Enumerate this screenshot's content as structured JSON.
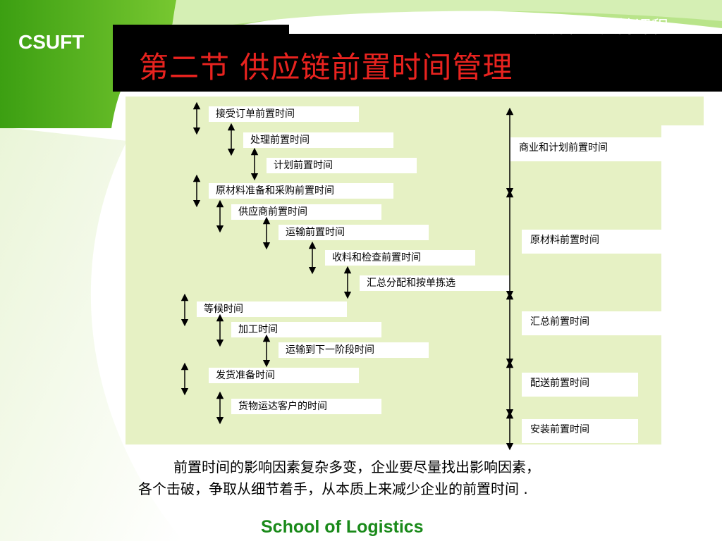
{
  "header": {
    "brand": "CSUFT",
    "course": "安得物流支持课程",
    "title": "第二节  供应链前置时间管理"
  },
  "diagram": {
    "left_items": [
      {
        "label": "接受订单前置时间"
      },
      {
        "label": "处理前置时间"
      },
      {
        "label": "计划前置时间"
      },
      {
        "label": "原材料准备和采购前置时间"
      },
      {
        "label": "供应商前置时间"
      },
      {
        "label": "运输前置时间"
      },
      {
        "label": "收料和检查前置时间"
      },
      {
        "label": "汇总分配和按单拣选"
      },
      {
        "label": "等候时间"
      },
      {
        "label": "加工时间"
      },
      {
        "label": "运输到下一阶段时间"
      },
      {
        "label": "发货准备时间"
      },
      {
        "label": "货物运达客户的时间"
      }
    ],
    "right_items": [
      {
        "label": "商业和计划前置时间"
      },
      {
        "label": "原材料前置时间"
      },
      {
        "label": "汇总前置时间"
      },
      {
        "label": "配送前置时间"
      },
      {
        "label": "安装前置时间"
      }
    ]
  },
  "body": {
    "line1": "前置时间的影响因素复杂多变，企业要尽量找出影响因素，",
    "line2": "各个击破，争取从细节着手，从本质上来减少企业的前置时间 ."
  },
  "footer": {
    "school": "School of Logistics"
  },
  "colors": {
    "title_red": "#e8231f",
    "green_dark": "#5cb81a",
    "panel_green": "#e6f1c4",
    "footer_green": "#1a8a1a"
  }
}
